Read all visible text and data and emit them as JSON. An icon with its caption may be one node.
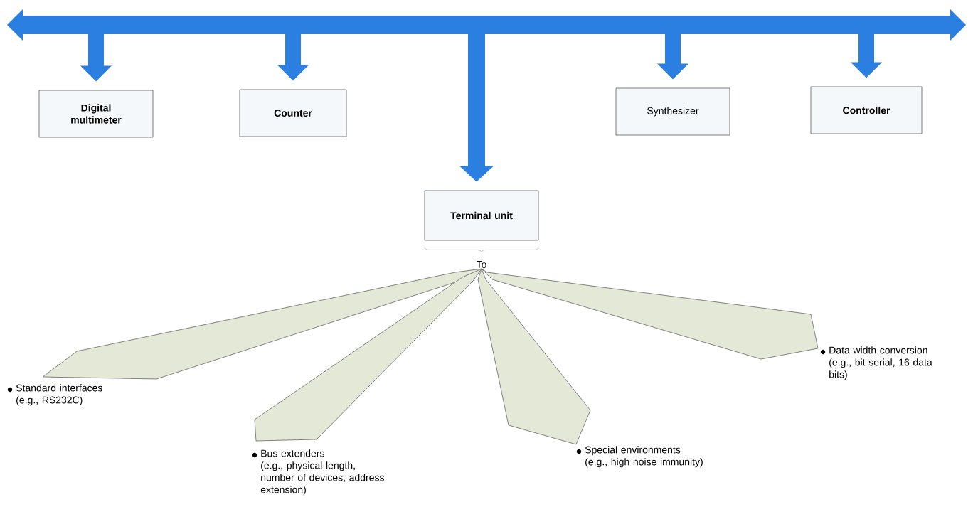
{
  "diagram": {
    "nodes": [
      {
        "text": [],
        "shape": "bar"
      },
      {
        "text": [
          "Digital multimeter"
        ]
      },
      {
        "text": [
          "Counter"
        ]
      },
      {
        "text": [
          "Synthesizer"
        ]
      },
      {
        "text": [
          "Controller"
        ]
      },
      {
        "text": [
          "Terminal unit"
        ]
      },
      {
        "text": [
          "To"
        ]
      },
      {
        "text": [
          "Standard interfaces",
          "(e.g., RS232C)"
        ]
      },
      {
        "text": [
          "Bus extenders",
          "(e.g., physical length, number of devices, address extension)"
        ]
      },
      {
        "text": [
          "Special environments",
          "(e.g., high noise immunity)"
        ]
      },
      {
        "text": [
          "Data width conversion",
          "(e.g., bit serial, 16 data bits)"
        ]
      }
    ],
    "edges": [
      {
        "from": 0,
        "to": 1,
        "arrow": "to"
      },
      {
        "from": 0,
        "to": 2,
        "arrow": "to"
      },
      {
        "from": 0,
        "to": 3,
        "arrow": "to"
      },
      {
        "from": 0,
        "to": 4,
        "arrow": "to"
      },
      {
        "from": 0,
        "to": 5,
        "arrow": "to"
      },
      {
        "from": 6,
        "to": 7,
        "arrow": "none"
      },
      {
        "from": 6,
        "to": 8,
        "arrow": "none"
      },
      {
        "from": 6,
        "to": 9,
        "arrow": "none"
      },
      {
        "from": 6,
        "to": 10,
        "arrow": "none"
      }
    ]
  }
}
